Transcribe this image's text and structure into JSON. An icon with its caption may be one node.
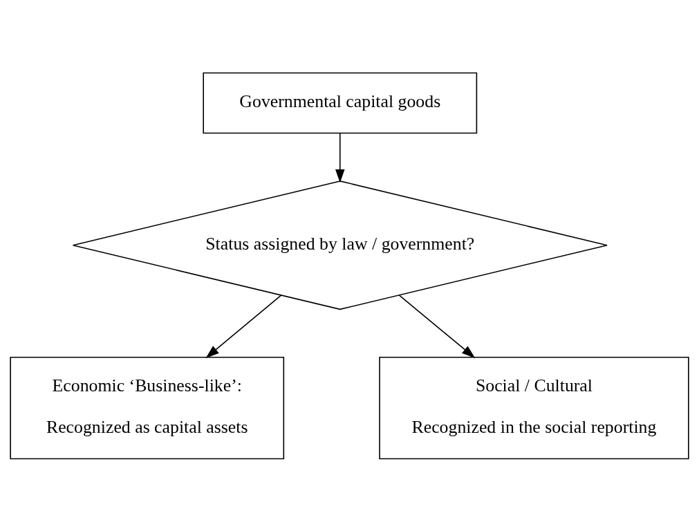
{
  "diagram": {
    "nodes": [
      {
        "text": [
          "Governmental capital goods"
        ]
      },
      {
        "text": [
          "Status assigned by law / government?"
        ]
      },
      {
        "text": [
          "Economic ‘Business-like’:",
          "Recognized as capital assets"
        ]
      },
      {
        "text": [
          "Social / Cultural",
          "Recognized in the social reporting"
        ]
      }
    ],
    "edges": [
      {
        "from": 0,
        "to": 1,
        "arrow": "to"
      },
      {
        "from": 1,
        "to": 2,
        "arrow": "to"
      },
      {
        "from": 1,
        "to": 3,
        "arrow": "to"
      }
    ]
  }
}
